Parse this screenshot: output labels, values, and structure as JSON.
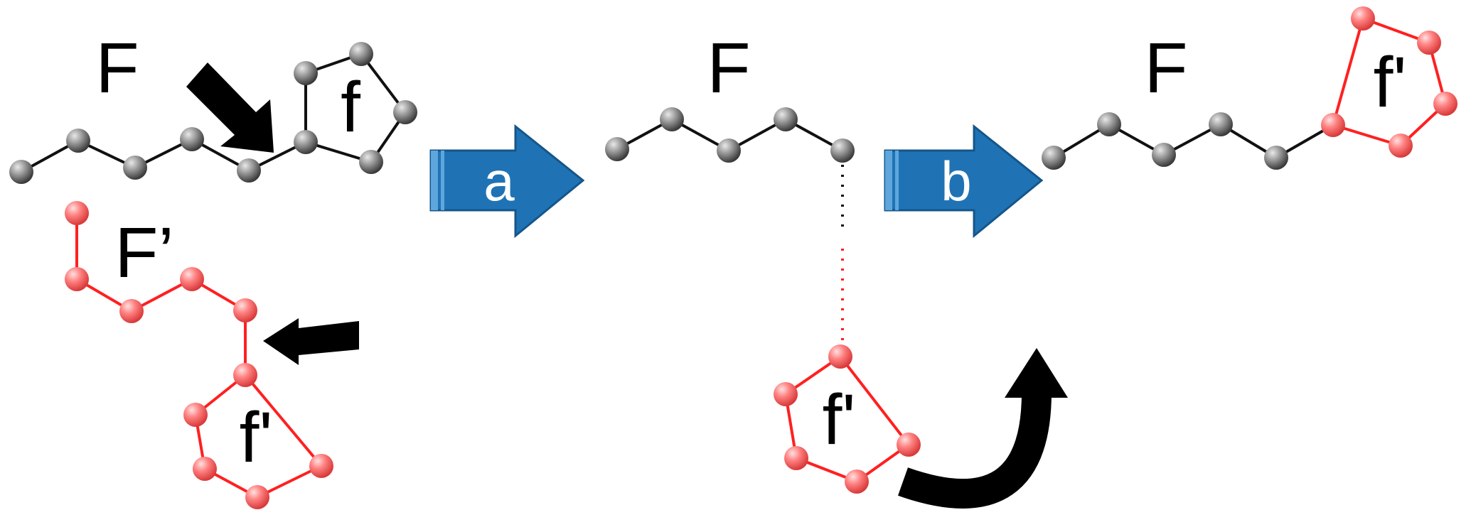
{
  "labels": {
    "left_F": "F",
    "left_f": "f",
    "left_Fprime": "F’",
    "left_fprime": "f'",
    "mid_F": "F",
    "mid_fprime": "f'",
    "right_F": "F",
    "right_fprime": "f'"
  },
  "step_arrows": {
    "a": "a",
    "b": "b"
  },
  "colors": {
    "gray_atom": "#8a8a8a",
    "red_atom": "#ff7070",
    "gray_bond": "#111111",
    "red_bond": "#ff2020",
    "step_arrow": "#1f73b5",
    "pointer_arrow": "#000000"
  }
}
